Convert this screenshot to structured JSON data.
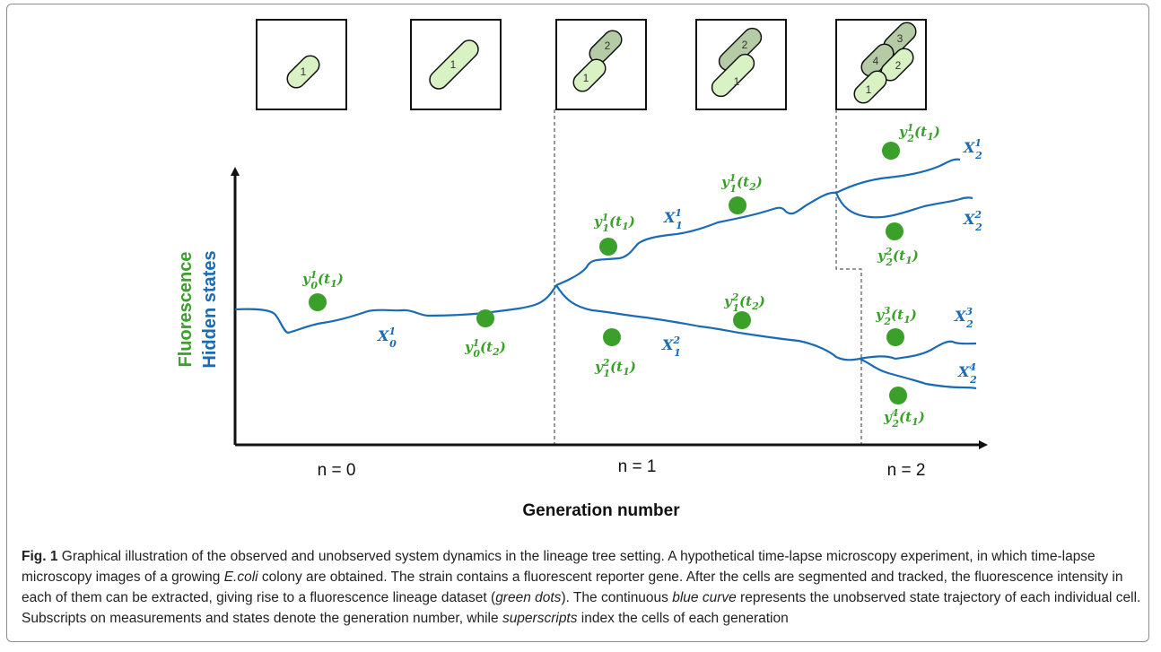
{
  "colors": {
    "fluorescence": "#3aa02a",
    "hidden_state": "#1a6bb5",
    "cell_fill_light": "#d8f2c4",
    "cell_fill_dark": "#b5cba6",
    "dots": "#3aa02a"
  },
  "axes": {
    "y_label_fluorescence": "Fluorescence",
    "y_label_hidden": "Hidden states",
    "x_title": "Generation number",
    "generations": [
      "n = 0",
      "n = 1",
      "n = 2"
    ]
  },
  "snapshots": [
    {
      "cells": [
        "1"
      ]
    },
    {
      "cells": [
        "1"
      ]
    },
    {
      "cells": [
        "2",
        "1"
      ]
    },
    {
      "cells": [
        "2",
        "1"
      ]
    },
    {
      "cells": [
        "3",
        "4",
        "2",
        "1"
      ]
    }
  ],
  "measurements": [
    {
      "base": "y",
      "sub": "0",
      "sup": "1",
      "arg": "1"
    },
    {
      "base": "y",
      "sub": "0",
      "sup": "1",
      "arg": "2"
    },
    {
      "base": "y",
      "sub": "1",
      "sup": "1",
      "arg": "1"
    },
    {
      "base": "y",
      "sub": "1",
      "sup": "1",
      "arg": "2"
    },
    {
      "base": "y",
      "sub": "1",
      "sup": "2",
      "arg": "1"
    },
    {
      "base": "y",
      "sub": "1",
      "sup": "2",
      "arg": "2"
    },
    {
      "base": "y",
      "sub": "2",
      "sup": "1",
      "arg": "1"
    },
    {
      "base": "y",
      "sub": "2",
      "sup": "2",
      "arg": "1"
    },
    {
      "base": "y",
      "sub": "2",
      "sup": "3",
      "arg": "1"
    },
    {
      "base": "y",
      "sub": "2",
      "sup": "4",
      "arg": "1"
    }
  ],
  "states": [
    {
      "base": "X",
      "sub": "0",
      "sup": "1"
    },
    {
      "base": "X",
      "sub": "1",
      "sup": "1"
    },
    {
      "base": "X",
      "sub": "1",
      "sup": "2"
    },
    {
      "base": "X",
      "sub": "2",
      "sup": "1"
    },
    {
      "base": "X",
      "sub": "2",
      "sup": "2"
    },
    {
      "base": "X",
      "sub": "2",
      "sup": "3"
    },
    {
      "base": "X",
      "sub": "2",
      "sup": "4"
    }
  ],
  "caption": {
    "fig_label": "Fig. 1",
    "text_1": " Graphical illustration of the observed and unobserved system dynamics in the lineage tree setting. A hypothetical time-lapse microscopy experiment, in which time-lapse microscopy images of a growing ",
    "italic_1": "E.coli",
    "text_2": " colony are obtained. The strain contains a fluorescent reporter gene. After the cells are segmented and tracked, the fluorescence intensity in each of them can be extracted, giving rise to a fluorescence lineage dataset (",
    "italic_2": "green dots",
    "text_3": "). The continuous ",
    "italic_3": "blue curve",
    "text_4": " represents the unobserved state trajectory of each individual cell. Subscripts on measurements and states denote the generation number, while ",
    "italic_4": "superscripts",
    "text_5": " index the cells of each generation"
  }
}
